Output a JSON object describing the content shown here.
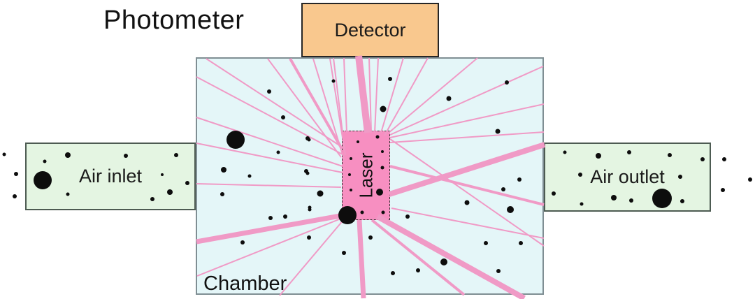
{
  "title": "Photometer",
  "labels": {
    "detector": "Detector",
    "chamber": "Chamber",
    "laser": "Laser",
    "air_inlet": "Air inlet",
    "air_outlet": "Air outlet"
  },
  "colors": {
    "background": "#ffffff",
    "detector_fill": "#f9c88e",
    "chamber_fill": "#e4f6f8",
    "laser_fill": "#f78fc1",
    "air_duct_fill": "#e4f5e2",
    "scattered_light_ray": "#f09ac6",
    "particle": "#0d0d0d",
    "text": "#1a1a1a"
  },
  "rays": [
    [
      490,
      211,
      295,
      84,
      2
    ],
    [
      490,
      221,
      281,
      110,
      2
    ],
    [
      490,
      238,
      281,
      168,
      2
    ],
    [
      490,
      247,
      281,
      205,
      2
    ],
    [
      488,
      268,
      281,
      263,
      2
    ],
    [
      489,
      213,
      415,
      84,
      4
    ],
    [
      488,
      225,
      383,
      84,
      2
    ],
    [
      492,
      228,
      448,
      84,
      2
    ],
    [
      494,
      222,
      472,
      84,
      2
    ],
    [
      490,
      190,
      477,
      83,
      2
    ],
    [
      496,
      190,
      492,
      83,
      2
    ],
    [
      526,
      190,
      513,
      80,
      10
    ],
    [
      531,
      190,
      528,
      83,
      2
    ],
    [
      536,
      190,
      541,
      83,
      2
    ],
    [
      545,
      190,
      577,
      83,
      2
    ],
    [
      550,
      194,
      612,
      83,
      2
    ],
    [
      556,
      190,
      683,
      83,
      2
    ],
    [
      558,
      193,
      777,
      95,
      2
    ],
    [
      558,
      197,
      778,
      149,
      2
    ],
    [
      558,
      204,
      778,
      189,
      2
    ],
    [
      557,
      278,
      779,
      207,
      8
    ],
    [
      558,
      238,
      778,
      293,
      4
    ],
    [
      558,
      199,
      778,
      352,
      2
    ],
    [
      560,
      298,
      778,
      341,
      2
    ],
    [
      540,
      310,
      750,
      427,
      8
    ],
    [
      532,
      315,
      664,
      422,
      4
    ],
    [
      514,
      315,
      520,
      427,
      7
    ],
    [
      492,
      308,
      281,
      346,
      7
    ],
    [
      490,
      312,
      282,
      395,
      2
    ],
    [
      497,
      308,
      400,
      423,
      2
    ]
  ],
  "particles": [
    [
      6,
      221,
      2.5
    ],
    [
      23,
      249,
      3
    ],
    [
      21,
      281,
      3
    ],
    [
      97,
      222,
      4
    ],
    [
      64,
      231,
      2.5
    ],
    [
      180,
      223,
      3
    ],
    [
      252,
      222,
      3
    ],
    [
      61,
      258,
      13
    ],
    [
      97,
      278,
      2.5
    ],
    [
      218,
      285,
      3
    ],
    [
      243,
      275,
      4
    ],
    [
      268,
      262,
      3
    ],
    [
      232,
      250,
      2
    ],
    [
      808,
      218,
      2.5
    ],
    [
      856,
      223,
      4
    ],
    [
      900,
      218,
      3
    ],
    [
      958,
      222,
      3
    ],
    [
      1005,
      228,
      3
    ],
    [
      830,
      250,
      3
    ],
    [
      973,
      253,
      3
    ],
    [
      792,
      277,
      3
    ],
    [
      832,
      292,
      2.5
    ],
    [
      878,
      283,
      4
    ],
    [
      903,
      287,
      3
    ],
    [
      947,
      284,
      14
    ],
    [
      976,
      288,
      3
    ],
    [
      1036,
      228,
      3
    ],
    [
      1073,
      257,
      3
    ],
    [
      1034,
      272,
      3
    ],
    [
      477,
      116,
      2.5
    ],
    [
      558,
      113,
      3
    ],
    [
      725,
      118,
      3
    ],
    [
      385,
      131,
      3
    ],
    [
      642,
      141,
      3.5
    ],
    [
      548,
      156,
      4.5
    ],
    [
      405,
      168,
      3
    ],
    [
      712,
      188,
      3.5
    ],
    [
      337,
      200,
      13
    ],
    [
      440,
      198,
      3
    ],
    [
      398,
      218,
      2.5
    ],
    [
      320,
      243,
      4
    ],
    [
      438,
      245,
      3
    ],
    [
      357,
      252,
      2.5
    ],
    [
      318,
      278,
      3
    ],
    [
      458,
      277,
      4.5
    ],
    [
      387,
      312,
      3
    ],
    [
      408,
      310,
      3
    ],
    [
      443,
      300,
      2.5
    ],
    [
      347,
      347,
      3
    ],
    [
      442,
      340,
      3
    ],
    [
      492,
      362,
      3
    ],
    [
      530,
      340,
      3
    ],
    [
      562,
      391,
      3
    ],
    [
      598,
      387,
      3
    ],
    [
      635,
      375,
      5
    ],
    [
      668,
      290,
      3.5
    ],
    [
      720,
      271,
      3
    ],
    [
      743,
      257,
      3
    ],
    [
      730,
      300,
      5
    ],
    [
      695,
      348,
      3
    ],
    [
      745,
      348,
      3
    ],
    [
      713,
      388,
      3
    ],
    [
      583,
      310,
      3
    ],
    [
      442,
      200,
      2.5
    ],
    [
      440,
      248,
      2.5
    ],
    [
      443,
      297,
      2.5
    ],
    [
      512,
      203,
      2
    ],
    [
      540,
      196,
      2.5
    ],
    [
      547,
      217,
      2
    ],
    [
      502,
      227,
      2
    ],
    [
      500,
      250,
      2
    ],
    [
      502,
      272,
      2
    ],
    [
      547,
      240,
      2.5
    ],
    [
      543,
      275,
      5
    ],
    [
      518,
      304,
      2.5
    ],
    [
      548,
      304,
      2.5
    ],
    [
      497,
      308,
      13
    ]
  ]
}
